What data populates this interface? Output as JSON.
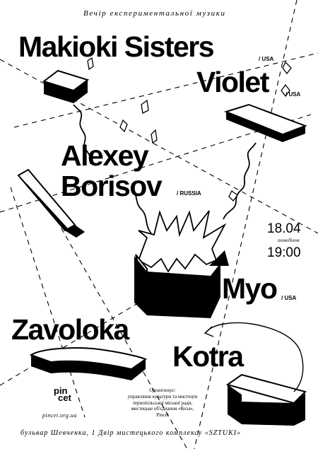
{
  "header": {
    "tagline": "Вечір експериментальної музики"
  },
  "artists": [
    {
      "name": "Makioki Sisters",
      "origin": "/ USA"
    },
    {
      "name": "Violet",
      "origin": "/ USA"
    },
    {
      "name_line1": "Alexey",
      "name_line2": "Borisov",
      "origin": "/ RUSSIA"
    },
    {
      "name": "Myo",
      "origin": "/ USA"
    },
    {
      "name": "Zavoloka"
    },
    {
      "name": "Kotra"
    }
  ],
  "event": {
    "date": "18.04",
    "weekday": "понеділок",
    "time": "19:00"
  },
  "organizer": {
    "title": "Організовує:",
    "lines": [
      "управління культури та мистецтв",
      "тернопільської міської ради,",
      "мистецьке об'єднання «Коза»,",
      "Pincet"
    ]
  },
  "logo": {
    "line1": "pin",
    "line2": "cet"
  },
  "website": "pincet.org.ua",
  "address": "бульвар Шевченка, 1 Двір мистецького комплексу «SZTUKI»"
}
